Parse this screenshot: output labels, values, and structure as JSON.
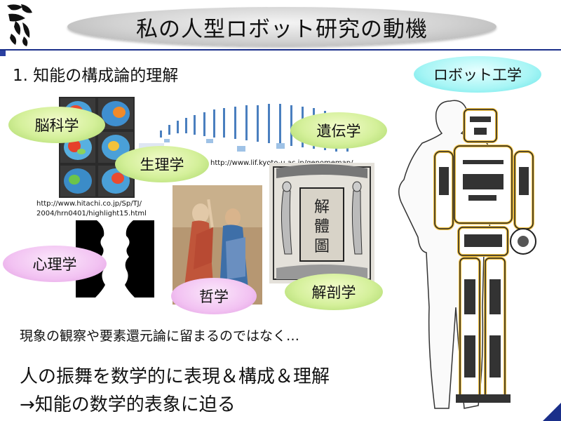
{
  "slide": {
    "title": "私の人型ロボット研究の動機",
    "subtitle": "1. 知能の構成論的理解",
    "labels": {
      "brain_science": "脳科学",
      "physiology": "生理学",
      "genetics": "遺伝学",
      "psychology": "心理学",
      "philosophy": "哲学",
      "anatomy": "解剖学",
      "robotics": "ロボット工学"
    },
    "urls": {
      "hitachi_line1": "http://www.hitachi.co.jp/Sp/TJ/",
      "hitachi_line2": "2004/hrn0401/highlight15.html",
      "genome": "http://www.lif.kyoto-u.ac.jp/genomemap/"
    },
    "body_text": "現象の観察や要素還元論に留まるのではなく…",
    "conclusion_line1": "人の振舞を数学的に表現＆構成＆理解",
    "conclusion_line2": "→知能の数学的表象に迫る"
  },
  "colors": {
    "accent_rule": "#1a2f8a",
    "pill_green": "#d4f09a",
    "pill_pink": "#f2c2f2",
    "pill_cyan": "#a6f5f5"
  },
  "icons": {
    "logo": "calligraphy-logo-icon"
  }
}
